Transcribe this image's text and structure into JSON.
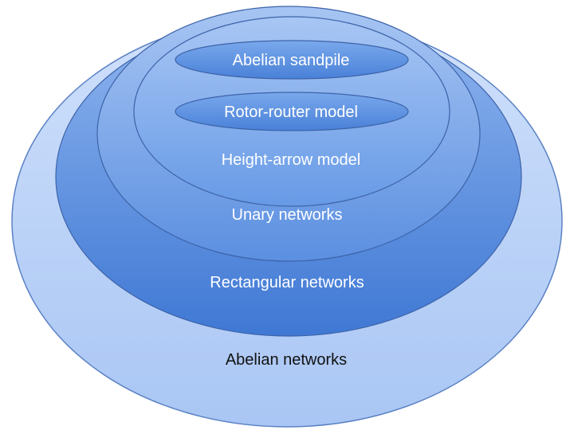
{
  "diagram": {
    "title": "",
    "outer_label": "Abelian networks",
    "rectangular_label": "Rectangular networks",
    "unary_label": "Unary networks",
    "height_arrow_label": "Height-arrow model",
    "rotor_router_label": "Rotor-router model",
    "sandpile_label": "Abelian sandpile"
  },
  "colors": {
    "outer_fill_top": "#cfe0fb",
    "outer_fill_bottom": "#a9c6f4",
    "outer_stroke": "#5b82c4",
    "rect_fill_top": "#8fb5ef",
    "rect_fill_bottom": "#3f78d4",
    "unary_fill_top": "#a7c5f3",
    "unary_fill_bottom": "#5b8fe0",
    "height_fill_top": "#a8c6f4",
    "height_fill_bottom": "#679ae6",
    "small_fill_top": "#7aa8ec",
    "small_fill_bottom": "#4a81d8",
    "inner_stroke": "#3d63a8",
    "text_dark": "#111111",
    "text_light": "#ffffff"
  }
}
